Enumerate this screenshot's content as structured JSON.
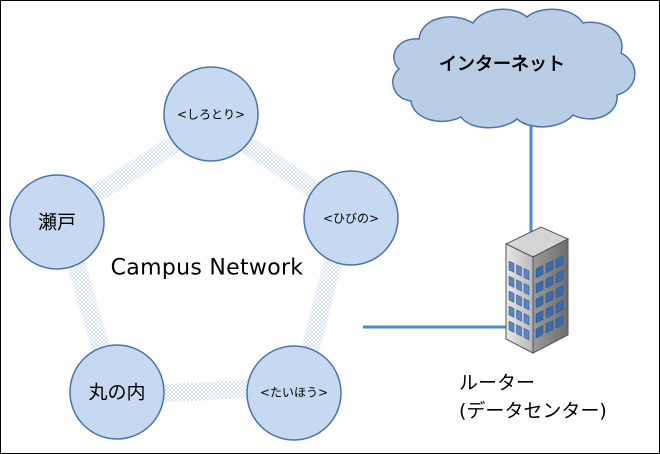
{
  "diagram": {
    "network_label": "Campus Network",
    "nodes": [
      {
        "id": "shirotori",
        "label": "<しろとり>"
      },
      {
        "id": "hibino",
        "label": "<ひびの>"
      },
      {
        "id": "taihou",
        "label": "<たいほう>"
      },
      {
        "id": "marunouchi",
        "label": "丸の内"
      },
      {
        "id": "seto",
        "label": "瀬戸"
      }
    ],
    "internet": {
      "label": "インターネット"
    },
    "router": {
      "line1": "ルーター",
      "line2": "(データセンター)"
    }
  },
  "colors": {
    "node_fill": "#c6d9f1",
    "node_stroke": "#4a74a8",
    "ring": "#dbe6f2",
    "link": "#4f8ac9",
    "cloud_fill": "#b9cde5",
    "cloud_stroke": "#4a74a8"
  }
}
